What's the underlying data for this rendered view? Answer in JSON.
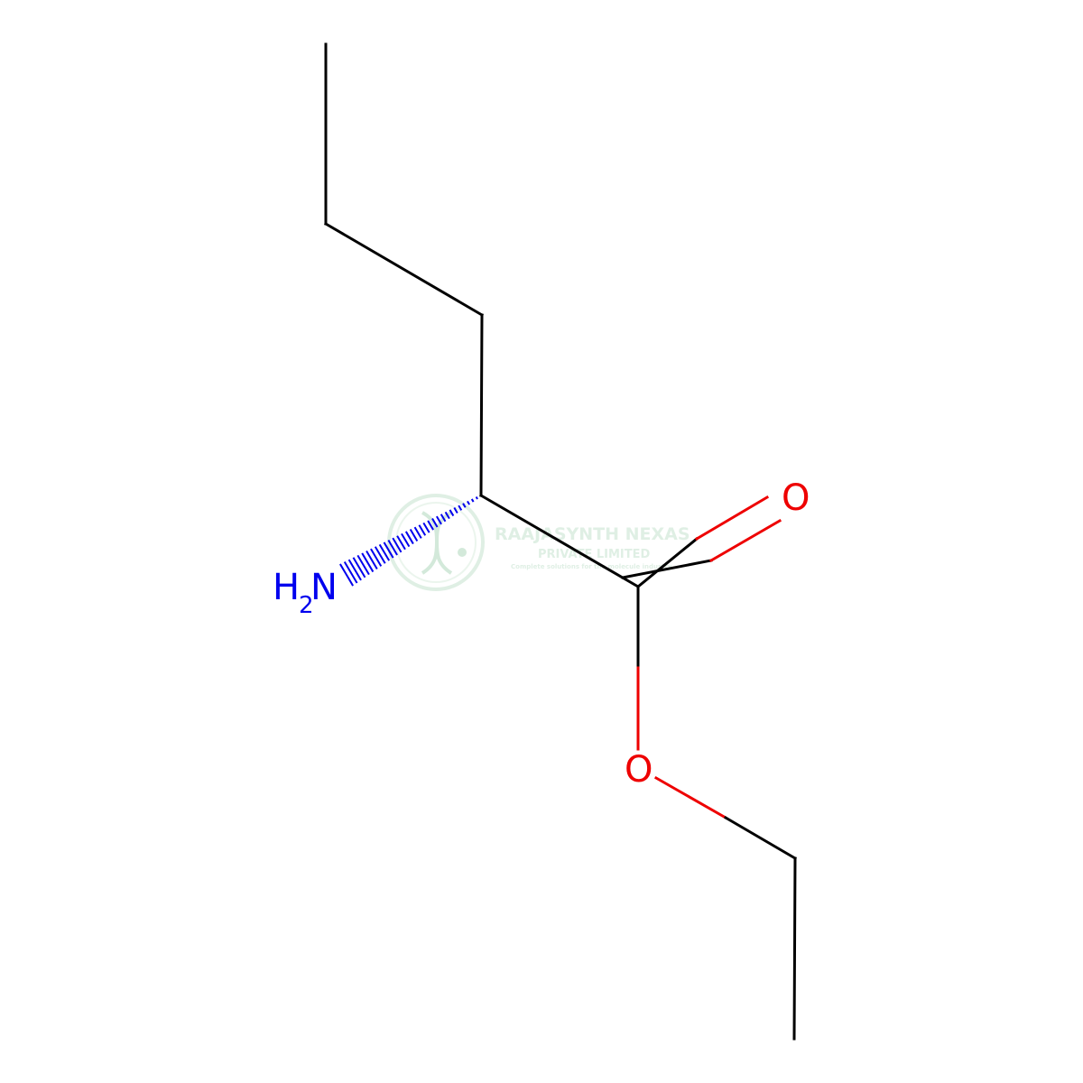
{
  "molecule": {
    "atoms": {
      "amine_h": "H",
      "amine_sub": "2",
      "amine_n": "N",
      "carbonyl_o": "O",
      "ester_o": "O"
    },
    "colors": {
      "carbon_bond": "#000000",
      "nitrogen": "#0000ee",
      "oxygen": "#ee0000"
    }
  },
  "watermark": {
    "name": "RAAJASYNTH NEXAS",
    "sub": "PRIVATE LIMITED",
    "tagline": "Complete solutions for the molecule industry",
    "color": "#b9dcc4"
  }
}
